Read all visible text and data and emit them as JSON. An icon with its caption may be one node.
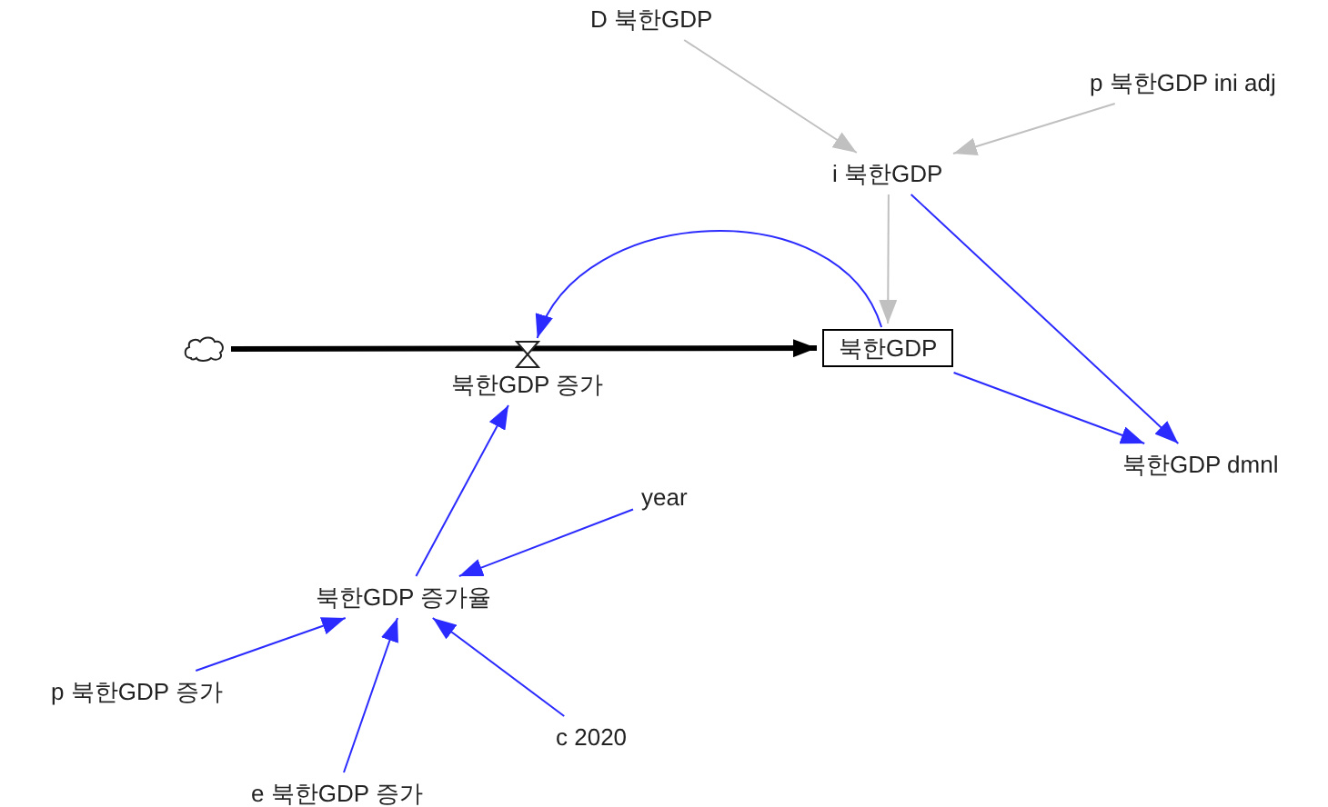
{
  "diagram": {
    "nodes": [
      {
        "text": [
          "D 북한GDP"
        ]
      },
      {
        "text": [
          "p 북한GDP ini adj"
        ]
      },
      {
        "text": [
          "i 북한GDP"
        ]
      },
      {
        "text": [
          "북한GDP"
        ]
      },
      {
        "text": [],
        "shape": "cloud"
      },
      {
        "text": [
          "북한GDP 증가"
        ]
      },
      {
        "text": [
          "북한GDP dmnl"
        ]
      },
      {
        "text": [
          "year"
        ]
      },
      {
        "text": [
          "북한GDP 증가율"
        ]
      },
      {
        "text": [
          "p 북한GDP 증가"
        ]
      },
      {
        "text": [
          "c 2020"
        ]
      },
      {
        "text": [
          "e 북한GDP 증가"
        ]
      }
    ],
    "edges": [
      {
        "from": 0,
        "to": 2,
        "arrow": "to",
        "color": "#c0c0c0"
      },
      {
        "from": 1,
        "to": 2,
        "arrow": "to",
        "color": "#c0c0c0"
      },
      {
        "from": 2,
        "to": 3,
        "arrow": "to",
        "color": "#c0c0c0"
      },
      {
        "from": 2,
        "to": 6,
        "arrow": "to"
      },
      {
        "from": 3,
        "to": 6,
        "arrow": "to"
      },
      {
        "from": 3,
        "to": 5,
        "arrow": "to"
      },
      {
        "from": 4,
        "to": 3,
        "arrow": "to",
        "style": "thick",
        "color": "#000000"
      },
      {
        "from": 8,
        "to": 5,
        "arrow": "to"
      },
      {
        "from": 7,
        "to": 8,
        "arrow": "to"
      },
      {
        "from": 9,
        "to": 8,
        "arrow": "to"
      },
      {
        "from": 11,
        "to": 8,
        "arrow": "to"
      },
      {
        "from": 10,
        "to": 8,
        "arrow": "to"
      }
    ]
  }
}
